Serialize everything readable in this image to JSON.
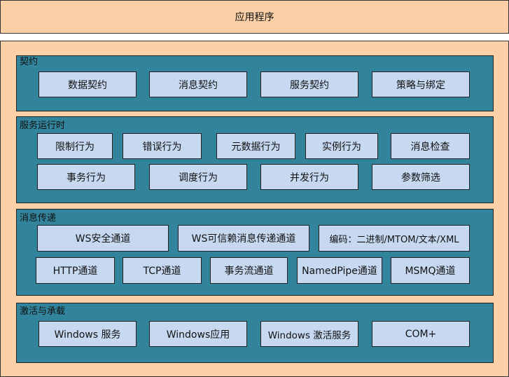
{
  "app_title": "应用程序",
  "contract": {
    "title": "契约",
    "items": [
      "数据契约",
      "消息契约",
      "服务契约",
      "策略与绑定"
    ]
  },
  "runtime": {
    "title": "服务运行时",
    "row1": [
      "限制行为",
      "错误行为",
      "元数据行为",
      "实例行为",
      "消息检查"
    ],
    "row2": [
      "事务行为",
      "调度行为",
      "并发行为",
      "参数筛选"
    ]
  },
  "messaging": {
    "title": "消息传递",
    "row1": [
      "WS安全通道",
      "WS可信赖消息传递通道",
      "编码：二进制/MTOM/文本/XML"
    ],
    "row2": [
      "HTTP通道",
      "TCP通道",
      "事务流通道",
      "NamedPipe通道",
      "MSMQ通道"
    ]
  },
  "hosting": {
    "title": "激活与承载",
    "items": [
      "Windows 服务",
      "Windows应用",
      "Windows 激活服务",
      "COM+"
    ]
  },
  "colors": {
    "outer_fill": "#fbd0a7",
    "layer_fill": "#31849b",
    "box_fill": "#c6d9f1"
  }
}
